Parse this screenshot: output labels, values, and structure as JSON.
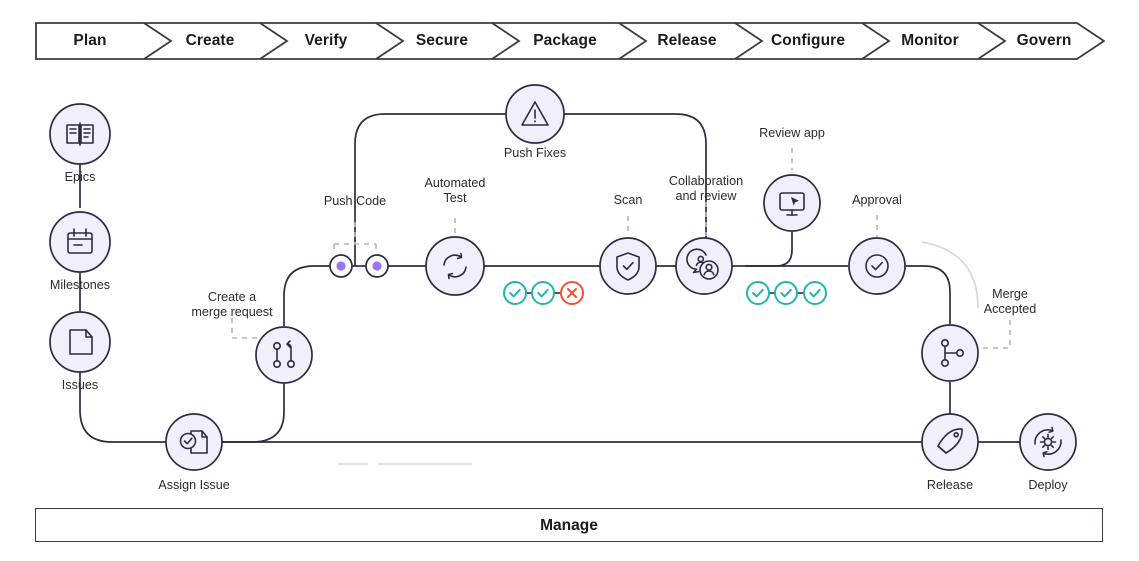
{
  "stages": {
    "items": [
      {
        "label": "Plan"
      },
      {
        "label": "Create"
      },
      {
        "label": "Verify"
      },
      {
        "label": "Secure"
      },
      {
        "label": "Package"
      },
      {
        "label": "Release"
      },
      {
        "label": "Configure"
      },
      {
        "label": "Monitor"
      },
      {
        "label": "Govern"
      }
    ]
  },
  "footer": {
    "label": "Manage"
  },
  "planning_nodes": [
    {
      "id": "epics",
      "label": "Epics",
      "icon": "book-icon"
    },
    {
      "id": "milestones",
      "label": "Milestones",
      "icon": "calendar-icon"
    },
    {
      "id": "issues",
      "label": "Issues",
      "icon": "issue-document-icon"
    }
  ],
  "pipeline_nodes": [
    {
      "id": "create-merge-request",
      "label": "Create a\nmerge request",
      "icon": "merge-request-icon"
    },
    {
      "id": "assign-issue",
      "label": "Assign Issue",
      "icon": "assign-issue-icon"
    },
    {
      "id": "push-code",
      "label": "Push Code",
      "icon": "commit-dot-icon"
    },
    {
      "id": "automated-test",
      "label": "Automated\nTest",
      "icon": "refresh-icon"
    },
    {
      "id": "push-fixes",
      "label": "Push Fixes",
      "icon": "warning-triangle-icon"
    },
    {
      "id": "scan",
      "label": "Scan",
      "icon": "shield-check-icon"
    },
    {
      "id": "collaboration-and-review",
      "label": "Collaboration\nand review",
      "icon": "users-review-icon"
    },
    {
      "id": "review-app",
      "label": "Review app",
      "icon": "monitor-cursor-icon"
    },
    {
      "id": "approval",
      "label": "Approval",
      "icon": "check-circle-icon"
    },
    {
      "id": "merge-accepted",
      "label": "Merge\nAccepted",
      "icon": "branch-merge-icon"
    },
    {
      "id": "release",
      "label": "Release",
      "icon": "rocket-icon"
    },
    {
      "id": "deploy",
      "label": "Deploy",
      "icon": "gear-sync-icon"
    }
  ],
  "status_groups": [
    {
      "id": "test-results",
      "statuses": [
        "pass",
        "pass",
        "fail"
      ]
    },
    {
      "id": "review-results",
      "statuses": [
        "pass",
        "pass",
        "pass"
      ]
    }
  ],
  "colors": {
    "node_fill": "#f1eff9",
    "node_stroke": "#2f2a41",
    "line": "#2f2a41",
    "pass": "#21b5b5",
    "fail": "#f4512c",
    "commit_dot": "#9a77f2",
    "dashed_connector": "#b6b6bd",
    "faint_line": "#e6e6e8",
    "text": "#2b2b33"
  }
}
